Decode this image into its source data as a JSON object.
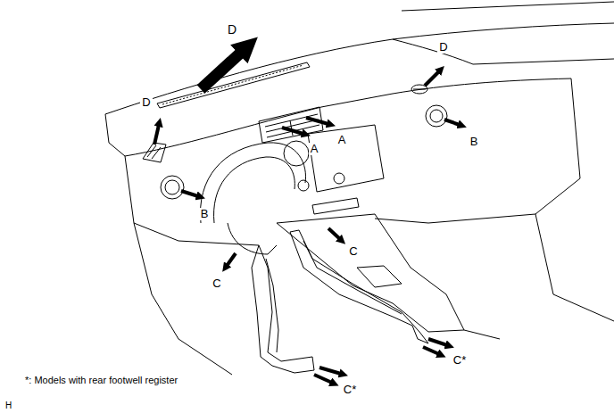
{
  "diagram": {
    "labels": [
      "D",
      "D",
      "D",
      "A",
      "A",
      "B",
      "B",
      "C",
      "C",
      "C*",
      "C*",
      "*: Models with rear footwell register",
      "H"
    ]
  }
}
